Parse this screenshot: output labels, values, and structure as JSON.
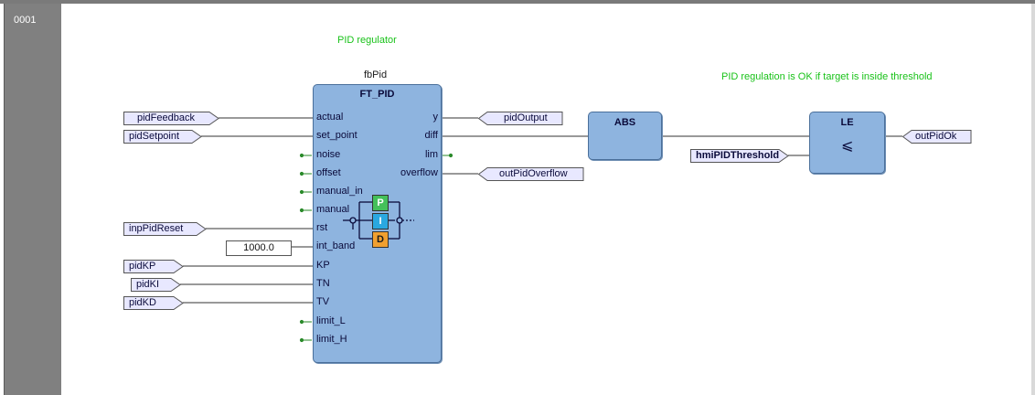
{
  "network": {
    "number": "0001"
  },
  "comments": {
    "pid": "PID regulator",
    "le": "PID regulation is OK if target is inside threshold"
  },
  "pid_block": {
    "instance": "fbPid",
    "type": "FT_PID",
    "inputs": [
      "actual",
      "set_point",
      "noise",
      "offset",
      "manual_in",
      "manual",
      "rst",
      "int_band",
      "KP",
      "TN",
      "TV",
      "limit_L",
      "limit_H"
    ],
    "outputs": [
      "y",
      "diff",
      "lim",
      "overflow"
    ],
    "inner_blocks": [
      "P",
      "I",
      "D"
    ]
  },
  "abs_block": {
    "type": "ABS"
  },
  "le_block": {
    "type": "LE",
    "symbol": "⩽"
  },
  "input_vars": {
    "pidFeedback": "pidFeedback",
    "pidSetpoint": "pidSetpoint",
    "inpPidReset": "inpPidReset",
    "int_band_const": "1000.0",
    "pidKP": "pidKP",
    "pidKI": "pidKI",
    "pidKD": "pidKD",
    "hmiPIDThreshold": "hmiPIDThreshold"
  },
  "output_vars": {
    "pidOutput": "pidOutput",
    "outPidOverflow": "outPidOverflow",
    "outPidOk": "outPidOk"
  },
  "colors": {
    "comment": "#19c219",
    "block_fill": "#8eb4df",
    "var_fill": "#e8e8ff",
    "unconnected_pin": "#2a8a2a",
    "P_block": "#44c05a",
    "I_block": "#2aa8e0",
    "D_block": "#f0a030"
  }
}
